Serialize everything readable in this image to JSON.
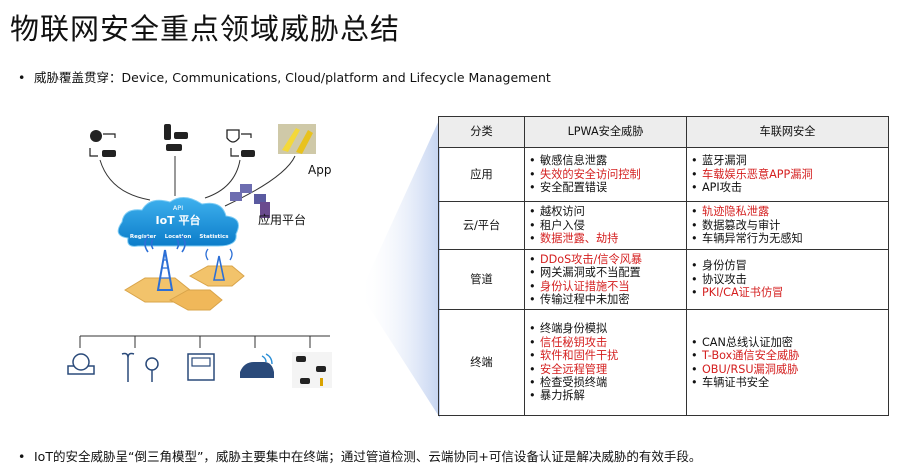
{
  "title": "物联网安全重点领域威胁总结",
  "bullets": {
    "coverage": "威胁覆盖贯穿：Device, Communications, Cloud/platform and Lifecycle Management",
    "conclusion": "IoT的安全威胁呈“倒三角模型”，威胁主要集中在终端；通过管道检测、云端协同+可信设备认证是解决威胁的有效手段。"
  },
  "diagram": {
    "app_label": "App",
    "platform_label": "应用平台",
    "cloud_api": "API",
    "cloud_title": "IoT 平台",
    "cloud_register": "Register",
    "cloud_location": "Location",
    "cloud_statistics": "Statistics"
  },
  "table": {
    "headers": [
      "分类",
      "LPWA安全威胁",
      "车联网安全"
    ],
    "rows": [
      {
        "category": "应用",
        "lpwa": [
          {
            "text": "敏感信息泄露",
            "red": false
          },
          {
            "text": "失效的安全访问控制",
            "red": true
          },
          {
            "text": "安全配置错误",
            "red": false
          }
        ],
        "iov": [
          {
            "text": "蓝牙漏洞",
            "red": false
          },
          {
            "text": "车载娱乐恶意APP漏洞",
            "red": true
          },
          {
            "text": "API攻击",
            "red": false
          }
        ]
      },
      {
        "category": "云/平台",
        "lpwa": [
          {
            "text": "越权访问",
            "red": false
          },
          {
            "text": "租户入侵",
            "red": false
          },
          {
            "text": "数据泄露、劫持",
            "red": true
          }
        ],
        "iov": [
          {
            "text": "轨迹隐私泄露",
            "red": true
          },
          {
            "text": "数据篡改与审计",
            "red": false
          },
          {
            "text": "车辆异常行为无感知",
            "red": false
          }
        ]
      },
      {
        "category": "管道",
        "lpwa": [
          {
            "text": "DDoS攻击/信令风暴",
            "red": true
          },
          {
            "text": "网关漏洞或不当配置",
            "red": false
          },
          {
            "text": "身份认证措施不当",
            "red": true
          },
          {
            "text": "传输过程中未加密",
            "red": false
          }
        ],
        "iov": [
          {
            "text": "身份仿冒",
            "red": false
          },
          {
            "text": "协议攻击",
            "red": false
          },
          {
            "text": "PKI/CA证书仿冒",
            "red": true
          }
        ]
      },
      {
        "category": "终端",
        "lpwa": [
          {
            "text": "终端身份模拟",
            "red": false
          },
          {
            "text": "信任秘钥攻击",
            "red": true
          },
          {
            "text": "软件和固件干扰",
            "red": true
          },
          {
            "text": "安全远程管理",
            "red": true
          },
          {
            "text": "检查受损终端",
            "red": false
          },
          {
            "text": "暴力拆解",
            "red": false
          }
        ],
        "iov": [
          {
            "text": "CAN总线认证加密",
            "red": false
          },
          {
            "text": "T-Box通信安全威胁",
            "red": true
          },
          {
            "text": "OBU/RSU漏洞威胁",
            "red": true
          },
          {
            "text": "车辆证书安全",
            "red": false
          }
        ]
      }
    ]
  },
  "colors": {
    "accent_red": "#d41f1f",
    "cloud_blue": "#1c8fd8",
    "tower_blue": "#2c6fd6",
    "hex_gold": "#f2c36b",
    "shade_blue": "#c9d7f1"
  }
}
